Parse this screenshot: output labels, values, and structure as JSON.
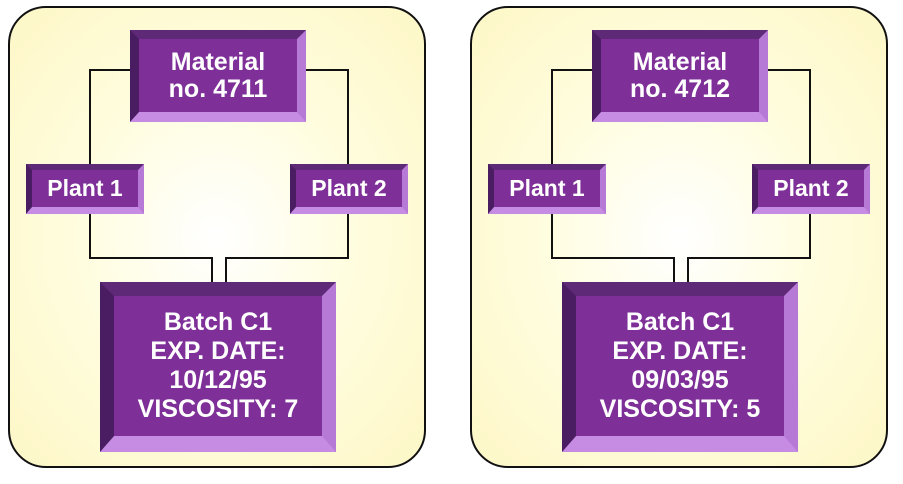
{
  "panels": [
    {
      "material": {
        "line1": "Material",
        "line2": "no.  4711"
      },
      "plants": [
        "Plant 1",
        "Plant 2"
      ],
      "batch": {
        "line1": "Batch C1",
        "line2": "EXP.  DATE:",
        "line3": "10/12/95",
        "line4": "VISCOSITY: 7"
      }
    },
    {
      "material": {
        "line1": "Material",
        "line2": "no.  4712"
      },
      "plants": [
        "Plant 1",
        "Plant 2"
      ],
      "batch": {
        "line1": "Batch C1",
        "line2": "EXP.  DATE:",
        "line3": "09/03/95",
        "line4": "VISCOSITY: 5"
      }
    }
  ],
  "colors": {
    "box_fill": "#7e2f98",
    "box_highlight": "#c68be2",
    "box_shadow": "#4a1c61",
    "panel_fill": "#fdf7c6",
    "line": "#111111"
  }
}
